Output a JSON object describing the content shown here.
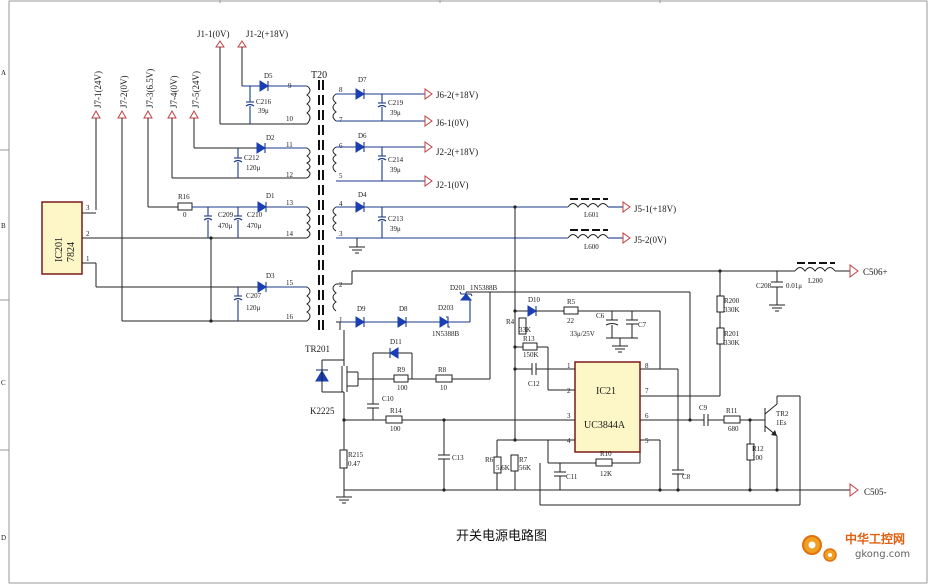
{
  "caption": "开关电源电路图",
  "watermark": {
    "main": "中华工控网",
    "sub": "gkong.com"
  },
  "frame_rows": [
    "A",
    "B",
    "C",
    "D"
  ],
  "ports_top": [
    "J1-1(0V)",
    "J1-2(+18V)"
  ],
  "ports_left": [
    "J7-1(24V)",
    "J7-2(0V)",
    "J7-3(6.5V)",
    "J7-4(0V)",
    "J7-5(24V)"
  ],
  "ports_right": [
    "J6-2(+18V)",
    "J6-1(0V)",
    "J2-2(+18V)",
    "J2-1(0V)",
    "J5-1(+18V)",
    "J5-2(0V)",
    "C506+",
    "C505-"
  ],
  "ic201": {
    "ref": "IC201",
    "part": "7824",
    "pins": [
      "3",
      "2",
      "1"
    ]
  },
  "ic21": {
    "ref": "IC21",
    "part": "UC3844A",
    "pins": [
      "1",
      "2",
      "3",
      "4",
      "8",
      "7",
      "6",
      "5"
    ]
  },
  "transformer": {
    "ref": "T20",
    "pins": [
      "9",
      "10",
      "11",
      "12",
      "13",
      "14",
      "15",
      "16",
      "8",
      "7",
      "6",
      "5",
      "4",
      "3",
      "2",
      "1"
    ]
  },
  "diodes": [
    "D5",
    "D2",
    "D1",
    "D3",
    "D7",
    "D6",
    "D4",
    "D9",
    "D8",
    "D203",
    "D201",
    "D10",
    "D11"
  ],
  "zener_labels": [
    "1N5388B",
    "1N5388B"
  ],
  "capacitors": [
    {
      "ref": "C216",
      "value": "39μ"
    },
    {
      "ref": "C212",
      "value": "120μ"
    },
    {
      "ref": "C209",
      "value": "470μ"
    },
    {
      "ref": "C210",
      "value": "470μ"
    },
    {
      "ref": "C207",
      "value": "120μ"
    },
    {
      "ref": "C219",
      "value": "39μ"
    },
    {
      "ref": "C214",
      "value": "39μ"
    },
    {
      "ref": "C213",
      "value": "39μ"
    },
    {
      "ref": "C208",
      "value": "0.01μ"
    },
    {
      "ref": "C6",
      "value": "33μ/25V"
    },
    {
      "ref": "C7",
      "value": ""
    },
    {
      "ref": "C12",
      "value": ""
    },
    {
      "ref": "C10",
      "value": ""
    },
    {
      "ref": "C13",
      "value": ""
    },
    {
      "ref": "C11",
      "value": ""
    },
    {
      "ref": "C8",
      "value": ""
    },
    {
      "ref": "C9",
      "value": ""
    }
  ],
  "resistors": [
    {
      "ref": "R16",
      "value": "0"
    },
    {
      "ref": "R5",
      "value": "22"
    },
    {
      "ref": "R4",
      "value": "33K"
    },
    {
      "ref": "R13",
      "value": "150K"
    },
    {
      "ref": "R9",
      "value": "100"
    },
    {
      "ref": "R8",
      "value": "10"
    },
    {
      "ref": "R14",
      "value": "100"
    },
    {
      "ref": "R215",
      "value": "0.47"
    },
    {
      "ref": "R6",
      "value": "5.6K"
    },
    {
      "ref": "R7",
      "value": "56K"
    },
    {
      "ref": "R10",
      "value": "12K"
    },
    {
      "ref": "R200",
      "value": "330K"
    },
    {
      "ref": "R201",
      "value": "330K"
    },
    {
      "ref": "R11",
      "value": "680"
    },
    {
      "ref": "R12",
      "value": "100"
    }
  ],
  "inductors": [
    "L601",
    "L600",
    "L200"
  ],
  "tr201": {
    "ref": "TR201",
    "part": "K2225"
  },
  "tr2": {
    "ref": "TR2",
    "part": "1Es"
  }
}
